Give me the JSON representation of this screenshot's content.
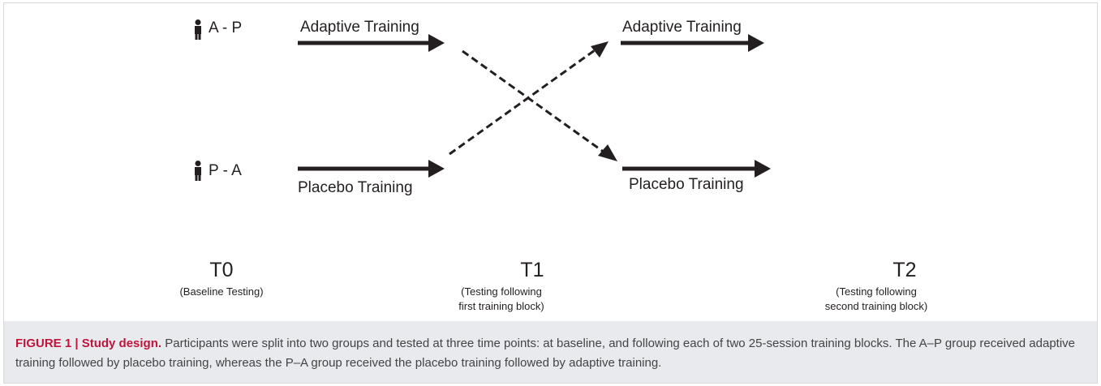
{
  "groups": [
    {
      "label": "A - P"
    },
    {
      "label": "P - A"
    }
  ],
  "training": {
    "first_top": "Adaptive Training",
    "first_bottom": "Placebo Training",
    "second_top": "Adaptive Training",
    "second_bottom": "Placebo Training"
  },
  "timepoints": [
    {
      "label": "T0",
      "description": "(Baseline Testing)"
    },
    {
      "label": "T1",
      "description": "(Testing following first training block)"
    },
    {
      "label": "T2",
      "description": "(Testing following second training block)"
    }
  ],
  "caption": {
    "title": "FIGURE 1 | Study design.",
    "text": "Participants were split into two groups and tested at three time points: at baseline, and following each of two 25-session training blocks. The A–P group received adaptive training followed by placebo training, whereas the P–A group received the placebo training followed by adaptive training."
  },
  "colors": {
    "arrow": "#231f20",
    "caption_bg": "#e8eaed",
    "caption_title": "#c0143c"
  },
  "icons": [
    "person-icon"
  ]
}
